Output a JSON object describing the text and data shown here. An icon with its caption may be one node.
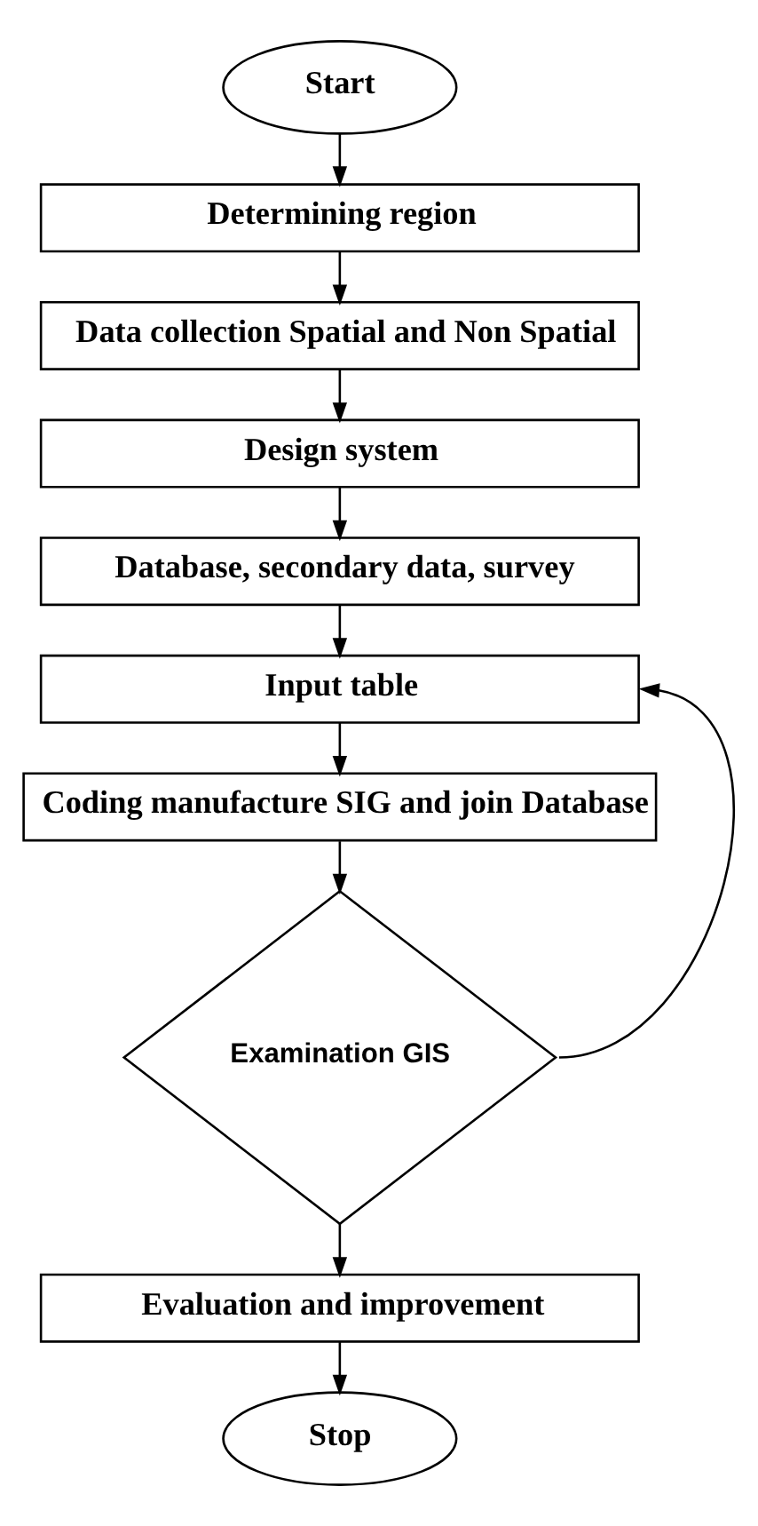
{
  "diagram": {
    "nodes": [
      {
        "text": [
          "Start"
        ]
      },
      {
        "text": [
          "Determining region"
        ]
      },
      {
        "text": [
          "Data collection Spatial and Non Spatial"
        ]
      },
      {
        "text": [
          "Design system"
        ]
      },
      {
        "text": [
          "Database, secondary data, survey"
        ]
      },
      {
        "text": [
          "Input table"
        ]
      },
      {
        "text": [
          "Coding manufacture SIG and join Database"
        ]
      },
      {
        "text": [
          "Examination GIS"
        ]
      },
      {
        "text": [
          "Evaluation and improvement"
        ]
      },
      {
        "text": [
          "Stop"
        ]
      }
    ],
    "edges": [
      {
        "from": 0,
        "to": 1,
        "arrow": "to"
      },
      {
        "from": 1,
        "to": 2,
        "arrow": "to"
      },
      {
        "from": 2,
        "to": 3,
        "arrow": "to"
      },
      {
        "from": 3,
        "to": 4,
        "arrow": "to"
      },
      {
        "from": 4,
        "to": 5,
        "arrow": "to"
      },
      {
        "from": 5,
        "to": 6,
        "arrow": "to"
      },
      {
        "from": 6,
        "to": 7,
        "arrow": "to"
      },
      {
        "from": 7,
        "to": 8,
        "arrow": "to"
      },
      {
        "from": 8,
        "to": 9,
        "arrow": "to"
      },
      {
        "from": 7,
        "to": 5,
        "arrow": "to"
      }
    ]
  }
}
